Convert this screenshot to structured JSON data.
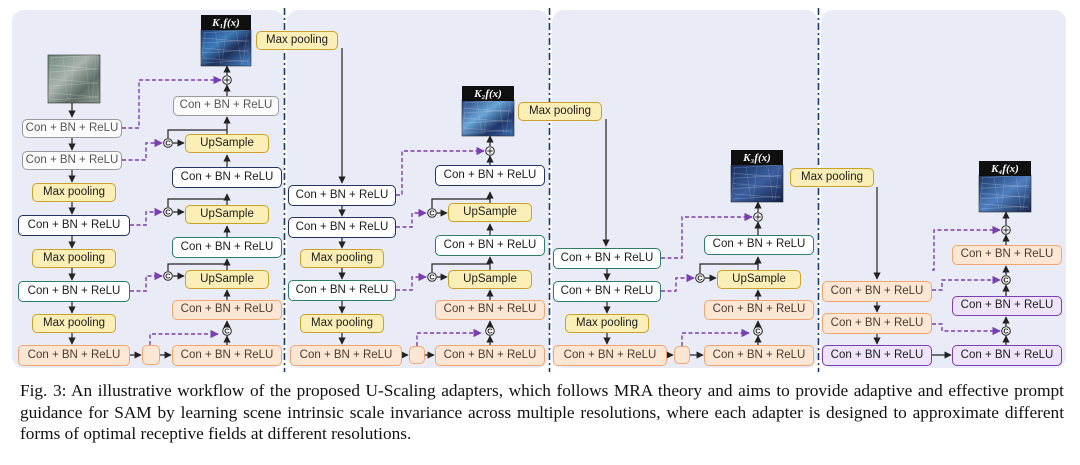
{
  "figure": {
    "caption": "Fig. 3: An illustrative workflow of the proposed U-Scaling adapters, which follows MRA theory and aims to provide adaptive and effective prompt guidance for SAM by learning scene intrinsic scale invariance across multiple resolutions, where each adapter is designed to approximate different forms of optimal receptive fields at different resolutions."
  },
  "labels": {
    "conv": "Con + BN + ReLU",
    "upsample": "UpSample",
    "maxpool": "Max pooling"
  },
  "outputs": [
    {
      "label": "K₁f(x)"
    },
    {
      "label": "K₂f(x)"
    },
    {
      "label": "K₃f(x)"
    },
    {
      "label": "K₄f(x)"
    }
  ],
  "symbols": {
    "add": "⊕",
    "concat": "©"
  },
  "colors": {
    "panel": "#e9ecf6",
    "gray": "#9a9a9a",
    "navy": "#23335f",
    "green": "#2c7e6a",
    "orange_border": "#f2a56e",
    "orange_fill": "#fde6d3",
    "purple": "#7a3fb0",
    "yellow_fill": "#fbefb7",
    "yellow_border": "#c9a227",
    "skip_arrow": "#7a3fb0"
  }
}
